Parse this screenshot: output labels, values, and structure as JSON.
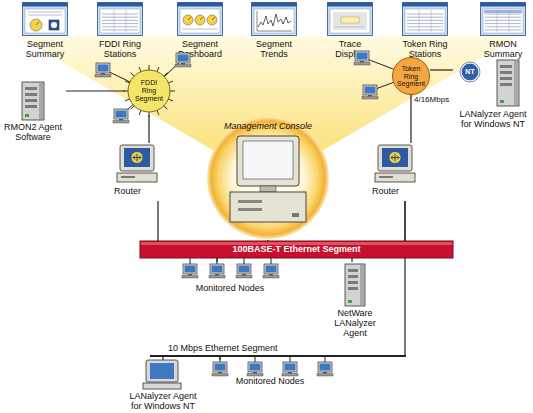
{
  "diagram": {
    "nodes": [
      {
        "text": [
          "Segment Summary"
        ]
      },
      {
        "text": [
          "FDDI Ring Stations"
        ]
      },
      {
        "text": [
          "Segment Dashboard"
        ]
      },
      {
        "text": [
          "Segment Trends"
        ]
      },
      {
        "text": [
          "Trace Display"
        ]
      },
      {
        "text": [
          "Token Ring Stations"
        ]
      },
      {
        "text": [
          "RMON Summary"
        ]
      },
      {
        "text": [
          "Management Console"
        ]
      },
      {
        "text": [
          "FDDI Ring Segment"
        ]
      },
      {
        "text": [
          "RMON2 Agent Software"
        ]
      },
      {
        "text": [
          "Router"
        ]
      },
      {
        "text": [
          "Token Ring Segment"
        ]
      },
      {
        "text": [
          "LANalyzer Agent for Windows NT"
        ]
      },
      {
        "text": [
          "Router"
        ]
      },
      {
        "text": [
          "100BASE-T Ethernet Segment"
        ]
      },
      {
        "text": [
          "Monitored Nodes"
        ]
      },
      {
        "text": [
          "NetWare LANalyzer Agent"
        ]
      },
      {
        "text": [
          "10 Mbps Ethernet Segment"
        ]
      },
      {
        "text": [
          "LANalyzer Agent for Windows NT"
        ]
      },
      {
        "text": [
          "Monitored Nodes"
        ]
      }
    ],
    "edges": [
      {
        "from": 9,
        "to": 8,
        "arrow": "none"
      },
      {
        "from": 8,
        "to": 10,
        "arrow": "none"
      },
      {
        "from": 10,
        "to": 14,
        "arrow": "none"
      },
      {
        "from": 7,
        "to": 14,
        "arrow": "none"
      },
      {
        "from": 11,
        "to": 13,
        "arrow": "none"
      },
      {
        "from": 11,
        "to": 12,
        "arrow": "none"
      },
      {
        "from": 13,
        "to": 14,
        "arrow": "none"
      },
      {
        "from": 13,
        "to": 17,
        "arrow": "none"
      },
      {
        "from": 15,
        "to": 14,
        "arrow": "none"
      },
      {
        "from": 16,
        "to": 14,
        "arrow": "none"
      },
      {
        "from": 18,
        "to": 17,
        "arrow": "none"
      },
      {
        "from": 19,
        "to": 17,
        "arrow": "none"
      }
    ],
    "labels": [
      "4/16Mbps",
      "NT"
    ]
  }
}
